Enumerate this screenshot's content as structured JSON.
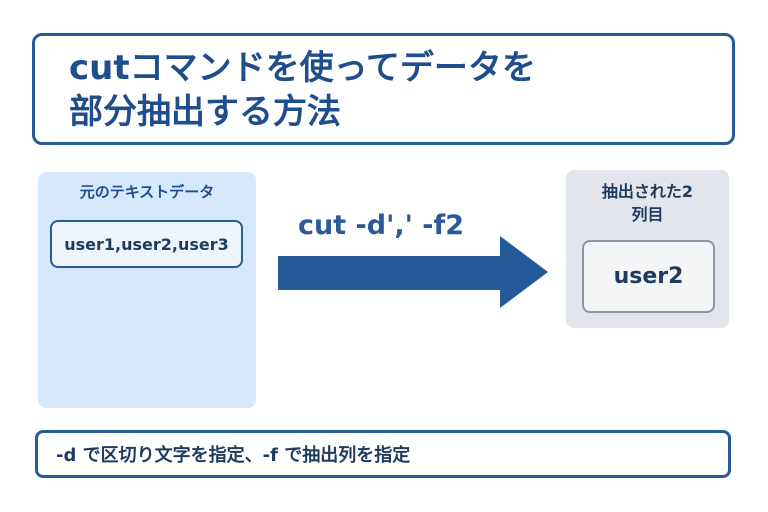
{
  "title": {
    "line1": "cutコマンドを使ってデータを",
    "line2": "部分抽出する方法"
  },
  "source": {
    "label": "元のテキストデータ",
    "value": "user1,user2,user3"
  },
  "command": "cut -d',' -f2",
  "result": {
    "label": "抽出された2\n列目",
    "value": "user2"
  },
  "note": "-d で区切り文字を指定、-f で抽出列を指定",
  "colors": {
    "accent": "#2a5a9a",
    "source_bg": "#d6e8fb",
    "result_bg": "#e2e6ec"
  }
}
